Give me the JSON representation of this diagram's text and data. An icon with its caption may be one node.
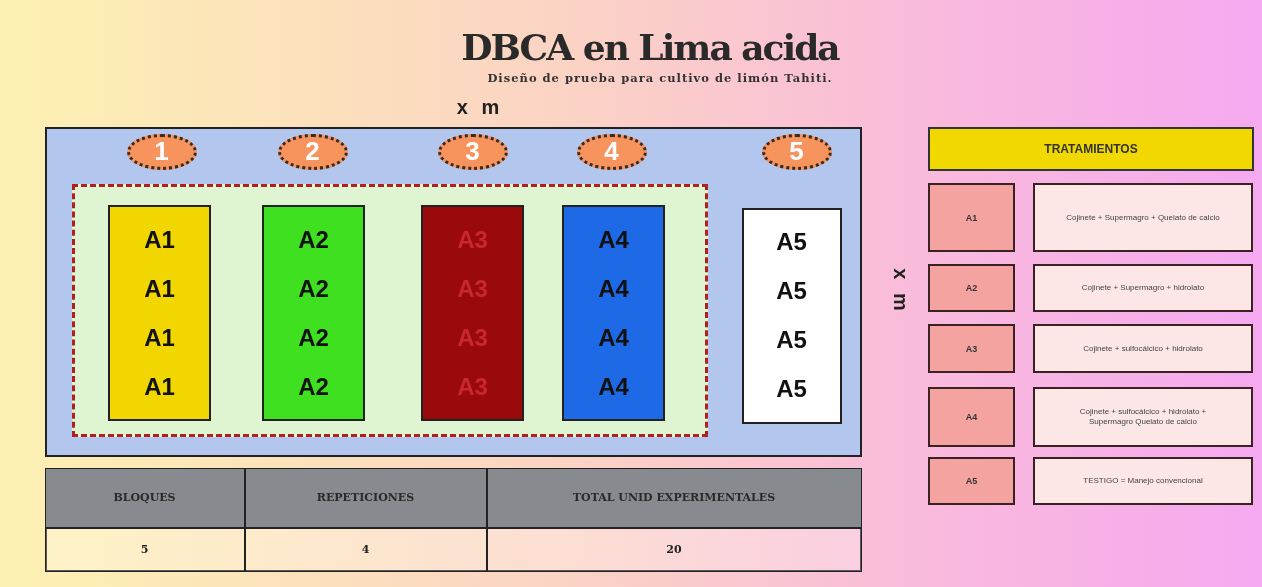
{
  "diagram": {
    "title": "DBCA en Lima acida",
    "nodes": [
      {
        "text": [],
        "shape": "box"
      },
      {
        "text": [
          "1"
        ],
        "in": 0
      },
      {
        "text": [
          "2"
        ],
        "in": 0
      },
      {
        "text": [
          "3"
        ],
        "in": 0
      },
      {
        "text": [
          "4"
        ],
        "in": 0
      },
      {
        "text": [
          "5"
        ],
        "in": 0
      },
      {
        "text": [],
        "shape": "box",
        "in": 0
      },
      {
        "text": [
          "A1",
          "A1",
          "A1",
          "A1"
        ],
        "in": 6
      },
      {
        "text": [
          "A2",
          "A2",
          "A2",
          "A2"
        ],
        "in": 6
      },
      {
        "text": [
          "A3",
          "A3",
          "A3",
          "A3"
        ],
        "in": 6
      },
      {
        "text": [
          "A4",
          "A4",
          "A4",
          "A4"
        ],
        "in": 6
      },
      {
        "text": [
          "A5",
          "A5",
          "A5",
          "A5"
        ],
        "in": 0
      },
      {
        "text": [
          "TRATAMIENTOS"
        ]
      },
      {
        "text": [
          "A1"
        ]
      },
      {
        "text": [
          "Cojinete + Supermagro + Quelato de calcio"
        ]
      },
      {
        "text": [
          "A2"
        ]
      },
      {
        "text": [
          "Cojinete + Supermagro + hidrolato"
        ]
      },
      {
        "text": [
          "A3"
        ]
      },
      {
        "text": [
          "Cojinete + sulfocálcico + hidrolato"
        ]
      },
      {
        "text": [
          "A4"
        ]
      },
      {
        "text": [
          "Cojinete + sulfocálcico + hidrolato + Supermagro Quelato de calcio"
        ]
      },
      {
        "text": [
          "A5"
        ]
      },
      {
        "text": [
          "TESTIGO = Manejo convencional"
        ]
      }
    ],
    "labels": [
      "Diseño de prueba para cultivo de limón Tahiti.",
      "x m",
      "x m",
      "BLOQUES",
      "REPETICIONES",
      "TOTAL UNID EXPERIMENTALES",
      "5",
      "4",
      "20"
    ]
  }
}
